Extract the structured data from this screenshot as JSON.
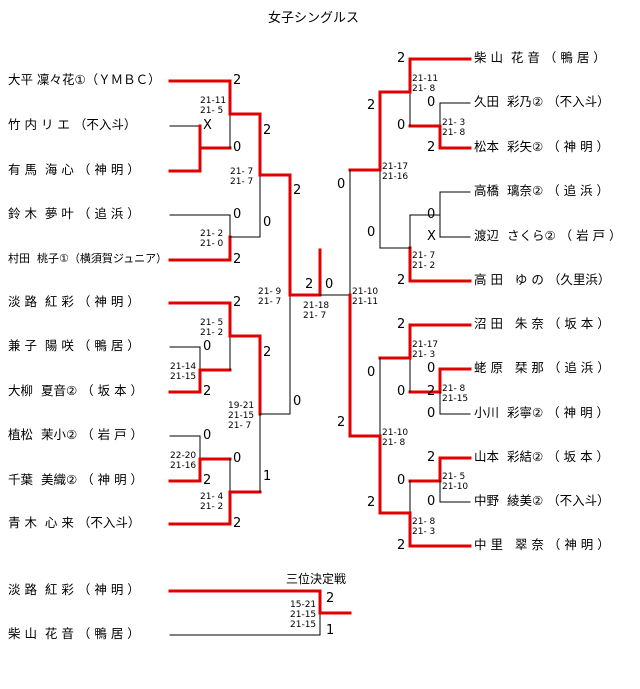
{
  "title": "女子シングルス",
  "third_place_title": "三位決定戦",
  "left_players": [
    "大平 凜々花①（ＹＭＢＣ）",
    "竹 内 リ エ （不入斗）",
    "有 馬  海 心 （ 神 明 ）",
    "鈴 木  夢 叶 （ 追 浜 ）",
    "村田  桃子①（横須賀ジュニア）",
    "淡 路  紅 彩 （ 神 明 ）",
    "兼 子  陽 咲 （ 鴨 居 ）",
    "大柳  夏音② （ 坂 本 ）",
    "植松  茉小② （ 岩 戸 ）",
    "千葉  美織② （ 神 明 ）",
    "青 木  心 来 （不入斗）"
  ],
  "right_players": [
    "柴 山  花 音 （ 鴨 居 ）",
    "久田  彩乃② （不入斗）",
    "松本  彩矢② （ 神 明 ）",
    "高橋  璃奈② （ 追 浜 ）",
    "渡辺  さくら② （ 岩 戸 ）",
    "高 田   ゆ の （久里浜）",
    "沼 田   朱 奈 （ 坂 本 ）",
    "蛯 原   栞 那 （ 追 浜 ）",
    "小川  彩寧② （ 神 明 ）",
    "山本  彩結② （ 坂 本 ）",
    "中野  綾美② （不入斗）",
    "中 里   翠 奈 （ 神 明 ）"
  ],
  "third_players": [
    "淡 路  紅 彩 （ 神 明 ）",
    "柴 山  花 音 （ 鴨 居 ）"
  ],
  "numbers": {
    "l_r1_a": "2",
    "l_r1_b": "X",
    "l_r1_c": "0",
    "l_r1_d": "0",
    "l_r1_e": "2",
    "l_r1_f": "2",
    "l_r1_g": "0",
    "l_r1_h": "2",
    "l_r1_i": "0",
    "l_r1_j": "0",
    "l_r1_k": "2",
    "l_r2_a": "2",
    "l_r2_b": "0",
    "l_r2_c": "2",
    "l_r2_d": "2",
    "l_r2_e": "0",
    "l_r2_f": "1",
    "l_r3_a": "2",
    "l_r3_b": "0",
    "l_final": "2",
    "r_final": "0",
    "r_r3_a": "0",
    "r_r3_b": "2",
    "r_r2_a": "2",
    "r_r2_b": "0",
    "r_r2_c": "0",
    "r_r2_d": "0",
    "r_r2_e": "2",
    "r_r1_a": "2",
    "r_r1_b": "0",
    "r_r1_c": "2",
    "r_r1_d": "0",
    "r_r1_e": "X",
    "r_r1_f": "2",
    "r_r1_g": "2",
    "r_r1_h": "0",
    "r_r1_i": "0",
    "r_r1_j": "2",
    "r_r1_k": "0",
    "r_r1_l": "2",
    "r_qf_a": "2",
    "r_qf_b": "0",
    "r_qf_c": "0",
    "r_qf_d": "2",
    "t_a": "2",
    "t_b": "1"
  },
  "scores": {
    "s1": "21-11\n21- 5",
    "s2": "21- 2\n21- 0",
    "s3": "21- 7\n21- 7",
    "s4": "21- 5\n21- 2",
    "s5": "21-14\n21-15",
    "s6": "22-20\n21-16",
    "s7": "21- 4\n21- 2",
    "s8": "19-21\n21-15\n21- 7",
    "s9": "21- 9\n21- 7",
    "s10": "21-18\n21- 7",
    "s11": "21-10\n21-11",
    "s12": "21-11\n21- 8",
    "s13": "21- 3\n21- 8",
    "s14": "21-17\n21-16",
    "s15": "21- 7\n21- 2",
    "s16": "21-17\n21- 3",
    "s17": "21- 8\n21-15",
    "s18": "21-10\n21- 8",
    "s19": "21- 5\n21-10",
    "s20": "21- 8\n21- 3",
    "s21": "15-21\n21-15\n21-15"
  },
  "colors": {
    "winner_line": "#e00000",
    "loser_line": "#000000"
  }
}
